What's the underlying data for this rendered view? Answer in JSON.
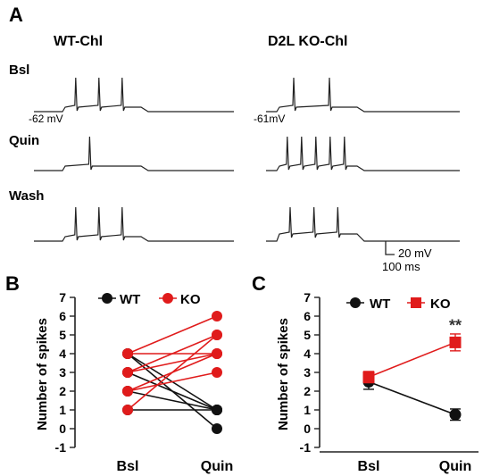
{
  "panels": {
    "A": {
      "letter": "A",
      "col_titles": [
        "WT-Chl",
        "D2L KO-Chl"
      ],
      "row_labels": [
        "Bsl",
        "Quin",
        "Wash"
      ],
      "resting_labels": [
        "-62 mV",
        "-61mV"
      ],
      "spike_counts": {
        "wt": [
          3,
          1,
          3
        ],
        "ko": [
          2,
          5,
          3
        ]
      },
      "scale_bar": {
        "voltage_label": "20 mV",
        "time_label": "100 ms"
      }
    },
    "B": {
      "letter": "B"
    },
    "C": {
      "letter": "C"
    }
  },
  "chart_data": [
    {
      "panel": "B",
      "type": "scatter",
      "style": "paired-lines",
      "categories": [
        "Bsl",
        "Quin"
      ],
      "ylabel": "Number of spikes",
      "ylim": [
        -1,
        7
      ],
      "yticks": [
        -1,
        0,
        1,
        2,
        3,
        4,
        5,
        6,
        7
      ],
      "legend": {
        "placement": "top",
        "entries": [
          "WT",
          "KO"
        ]
      },
      "series": [
        {
          "name": "WT",
          "color": "#111111",
          "pairs": [
            [
              4,
              1
            ],
            [
              4,
              0
            ],
            [
              3,
              1
            ],
            [
              2,
              1
            ],
            [
              1,
              1
            ]
          ]
        },
        {
          "name": "KO",
          "color": "#e01b1b",
          "pairs": [
            [
              4,
              6
            ],
            [
              4,
              4
            ],
            [
              3,
              5
            ],
            [
              3,
              4
            ],
            [
              2,
              4
            ],
            [
              2,
              3
            ],
            [
              1,
              5
            ]
          ]
        }
      ]
    },
    {
      "panel": "C",
      "type": "line",
      "categories": [
        "Bsl",
        "Quin"
      ],
      "ylabel": "Number of spikes",
      "ylim": [
        -1,
        7
      ],
      "yticks": [
        -1,
        0,
        1,
        2,
        3,
        4,
        5,
        6,
        7
      ],
      "legend": {
        "placement": "top",
        "entries": [
          "WT",
          "KO"
        ]
      },
      "series": [
        {
          "name": "WT",
          "color": "#111111",
          "marker": "circle",
          "values": [
            2.5,
            0.75
          ],
          "errors": [
            0.4,
            0.3
          ]
        },
        {
          "name": "KO",
          "color": "#e01b1b",
          "marker": "square",
          "values": [
            2.75,
            4.6
          ],
          "errors": [
            0.3,
            0.45
          ]
        }
      ],
      "annotations": [
        {
          "category": "Quin",
          "y": 5.6,
          "text": "**"
        }
      ]
    }
  ]
}
